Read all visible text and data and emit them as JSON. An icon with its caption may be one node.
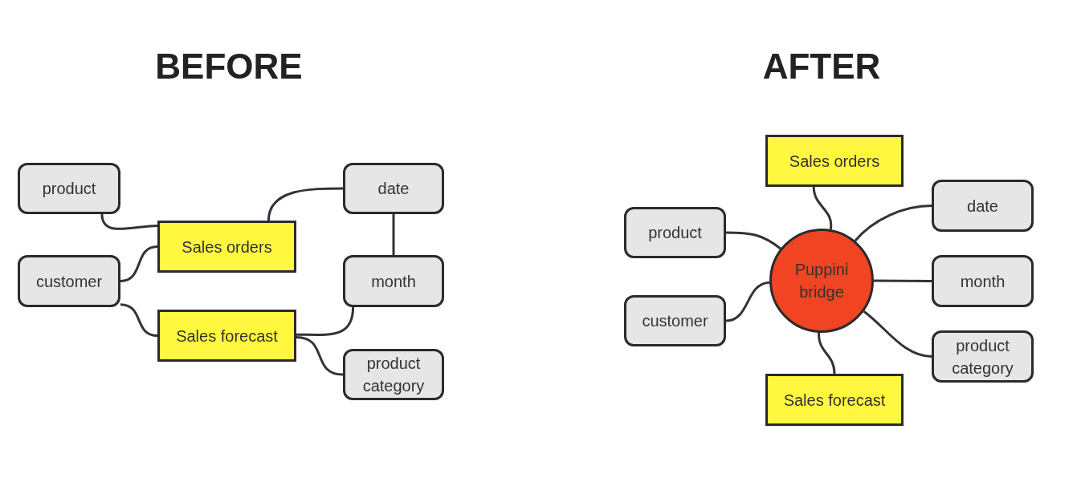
{
  "diagram": {
    "nodes": [
      {
        "text": [
          "product"
        ]
      },
      {
        "text": [
          "Sales orders"
        ]
      },
      {
        "text": [
          "customer"
        ]
      },
      {
        "text": [
          "Sales forecast"
        ]
      },
      {
        "text": [
          "date"
        ]
      },
      {
        "text": [
          "month"
        ]
      },
      {
        "text": [
          "product category"
        ]
      },
      {
        "text": [
          "Sales orders"
        ]
      },
      {
        "text": [
          "product"
        ]
      },
      {
        "text": [
          "Puppini bridge"
        ]
      },
      {
        "text": [
          "date"
        ]
      },
      {
        "text": [
          "month"
        ]
      },
      {
        "text": [
          "customer"
        ]
      },
      {
        "text": [
          "product category"
        ]
      },
      {
        "text": [
          "Sales forecast"
        ]
      }
    ],
    "edges": [
      {
        "from": 0,
        "to": 1,
        "arrow": "none"
      },
      {
        "from": 2,
        "to": 1,
        "arrow": "none"
      },
      {
        "from": 2,
        "to": 3,
        "arrow": "none"
      },
      {
        "from": 1,
        "to": 4,
        "arrow": "none"
      },
      {
        "from": 4,
        "to": 5,
        "arrow": "none"
      },
      {
        "from": 3,
        "to": 5,
        "arrow": "none"
      },
      {
        "from": 3,
        "to": 6,
        "arrow": "none"
      },
      {
        "from": 7,
        "to": 9,
        "arrow": "none"
      },
      {
        "from": 8,
        "to": 9,
        "arrow": "none"
      },
      {
        "from": 10,
        "to": 9,
        "arrow": "none"
      },
      {
        "from": 11,
        "to": 9,
        "arrow": "none"
      },
      {
        "from": 12,
        "to": 9,
        "arrow": "none"
      },
      {
        "from": 13,
        "to": 9,
        "arrow": "none"
      },
      {
        "from": 14,
        "to": 9,
        "arrow": "none"
      }
    ],
    "labels": [
      "BEFORE",
      "AFTER"
    ]
  }
}
